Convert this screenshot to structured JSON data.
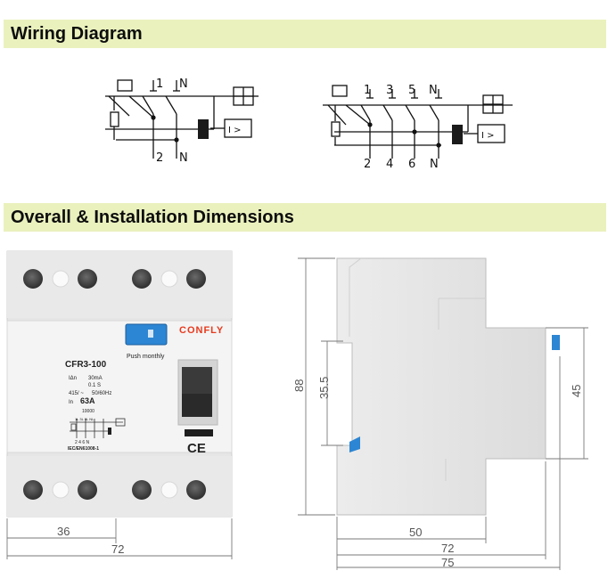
{
  "sections": {
    "wiring": {
      "title": "Wiring Diagram"
    },
    "dimensions": {
      "title": "Overall & Installation Dimensions"
    }
  },
  "wiring_2p": {
    "top_labels": [
      "1",
      "N"
    ],
    "bottom_labels": [
      "2",
      "N"
    ],
    "test_symbol": "I >"
  },
  "wiring_4p": {
    "top_labels": [
      "1",
      "3",
      "5",
      "N"
    ],
    "bottom_labels": [
      "2",
      "4",
      "6",
      "N"
    ],
    "test_symbol": "I >"
  },
  "product": {
    "brand": "CONFLY",
    "push_label": "Push monthly",
    "model": "CFR3-100",
    "spec_idn": "IΔn",
    "spec_idn_value": "30mA",
    "spec_time": "0.1 S",
    "spec_voltage": "415/ ~",
    "spec_freq": "50/60Hz",
    "spec_in": "In",
    "spec_current": "63A",
    "spec_inc": "10000",
    "standard": "IEC/EN61008-1",
    "ce_mark": "CE",
    "mini_top": "1L 3L 5L NL",
    "mini_bottom": "2 4 6 N"
  },
  "dimensions": {
    "front_partial_width": "36",
    "front_width": "72",
    "side_height": "88",
    "side_rail": "35.5",
    "side_front_height": "45",
    "side_depth_a": "50",
    "side_depth_b": "72",
    "side_depth_c": "75"
  },
  "colors": {
    "section_bar": "#eaf1bd",
    "brand": "#e8391d",
    "test_button": "#2d86d3",
    "handle": "#3a3a3a",
    "dimension_line": "#7a7a7a"
  }
}
